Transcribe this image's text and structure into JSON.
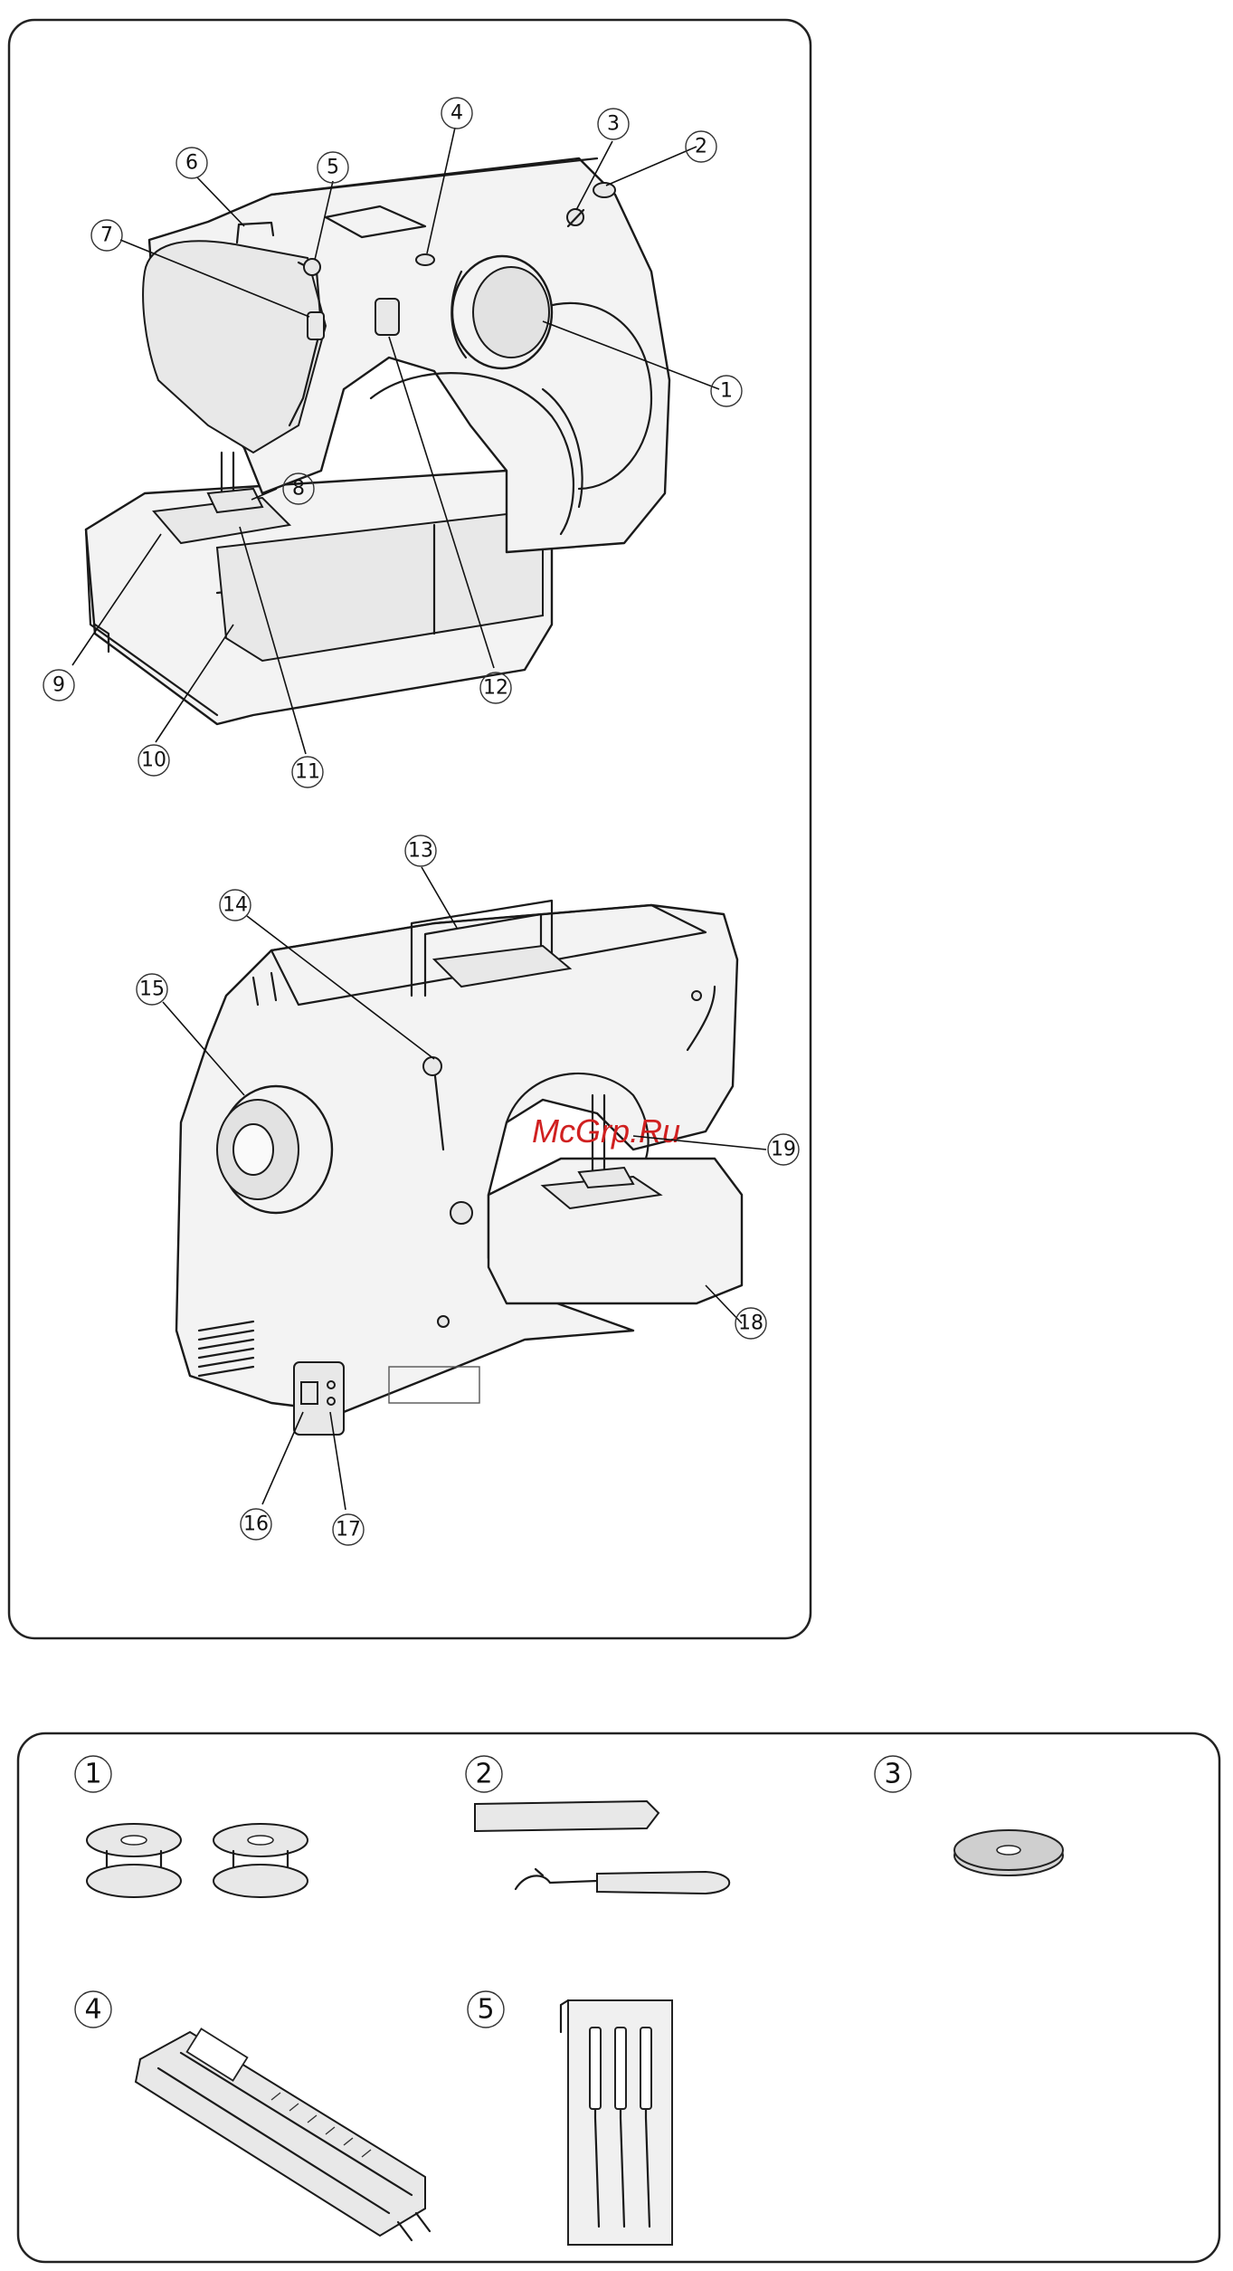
{
  "watermark": "McGrp.Ru",
  "machine_front": {
    "callouts": [
      "1",
      "2",
      "3",
      "4",
      "5",
      "6",
      "7",
      "8",
      "9",
      "10",
      "11",
      "12"
    ]
  },
  "machine_back": {
    "callouts": [
      "13",
      "14",
      "15",
      "16",
      "17",
      "18",
      "19"
    ]
  },
  "accessories": {
    "items": [
      {
        "label": "1",
        "name": "bobbins-icon"
      },
      {
        "label": "2",
        "name": "screwdriver-seam-ripper-icon"
      },
      {
        "label": "3",
        "name": "spool-felt-icon"
      },
      {
        "label": "4",
        "name": "buttonhole-foot-icon"
      },
      {
        "label": "5",
        "name": "needles-icon"
      }
    ]
  }
}
